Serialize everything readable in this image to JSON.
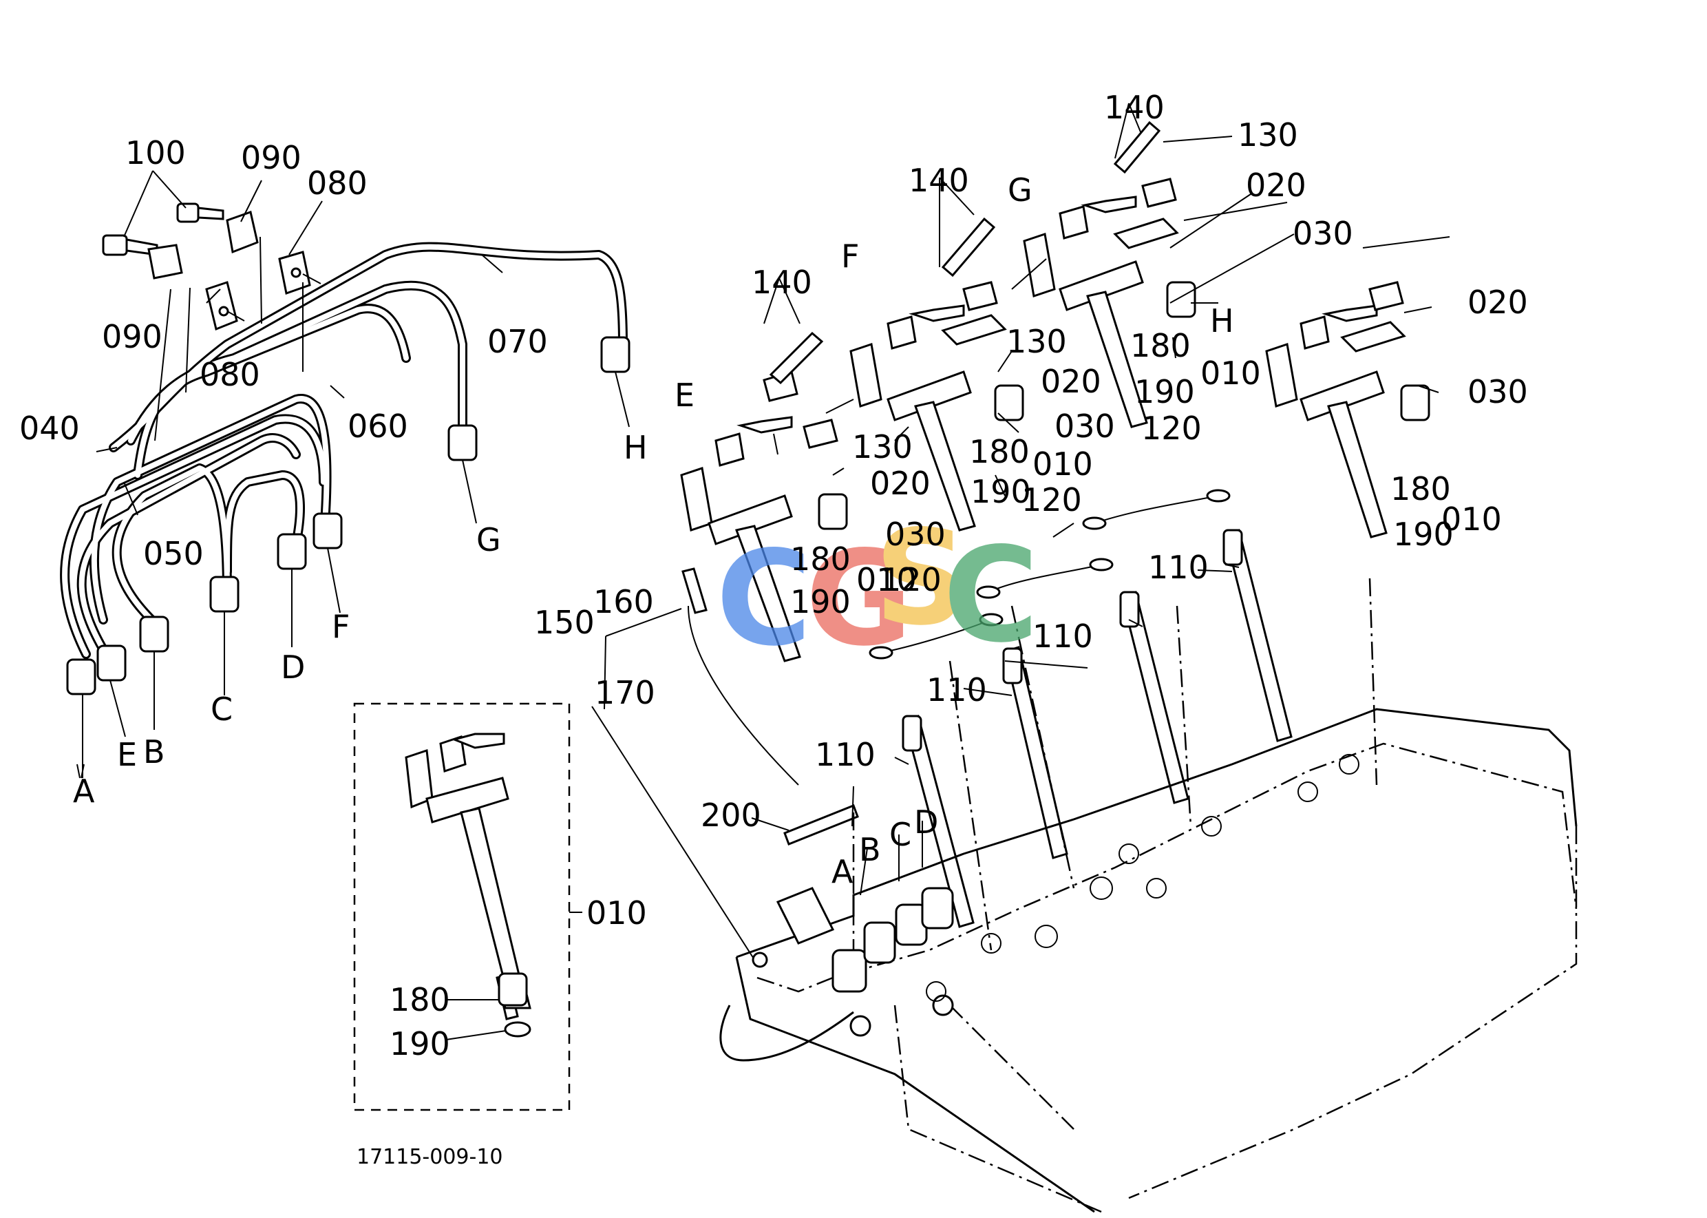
{
  "diagram": {
    "reference_code": "17115-009-10",
    "callouts": {
      "c100": "100",
      "c090a": "090",
      "c090b": "090",
      "c080a": "080",
      "c080b": "080",
      "c070": "070",
      "c060": "060",
      "c050": "050",
      "c040": "040",
      "pipeA": "A",
      "pipeE": "E",
      "pipeB": "B",
      "pipeC": "C",
      "pipeD": "D",
      "pipeF": "F",
      "pipeG": "G",
      "pipeH": "H",
      "c140a": "140",
      "c140b": "140",
      "c140c": "140",
      "c130a": "130",
      "c130b": "130",
      "c130c": "130",
      "c020a": "020",
      "c020b": "020",
      "c020c": "020",
      "c020d": "020",
      "c030a": "030",
      "c030b": "030",
      "c030c": "030",
      "c030d": "030",
      "c180a": "180",
      "c180b": "180",
      "c180c": "180",
      "c180d": "180",
      "c180e": "180",
      "c190a": "190",
      "c190b": "190",
      "c190c": "190",
      "c190d": "190",
      "c190e": "190",
      "c010a": "010",
      "c010b": "010",
      "c010c": "010",
      "c010d": "010",
      "c010e": "010",
      "c120a": "120",
      "c120b": "120",
      "c120c": "120",
      "c110a": "110",
      "c110b": "110",
      "c110c": "110",
      "c110d": "110",
      "c150": "150",
      "c160": "160",
      "c170": "170",
      "c200": "200",
      "injE": "E",
      "injF": "F",
      "injG": "G",
      "injH": "H",
      "portA": "A",
      "portB": "B",
      "portC": "C",
      "portD": "D"
    },
    "watermark": {
      "letters": [
        "C",
        "G",
        "S",
        "C"
      ],
      "colors": [
        "#4a86e8",
        "#ea6a5e",
        "#f3c14b",
        "#47a56b"
      ]
    }
  }
}
